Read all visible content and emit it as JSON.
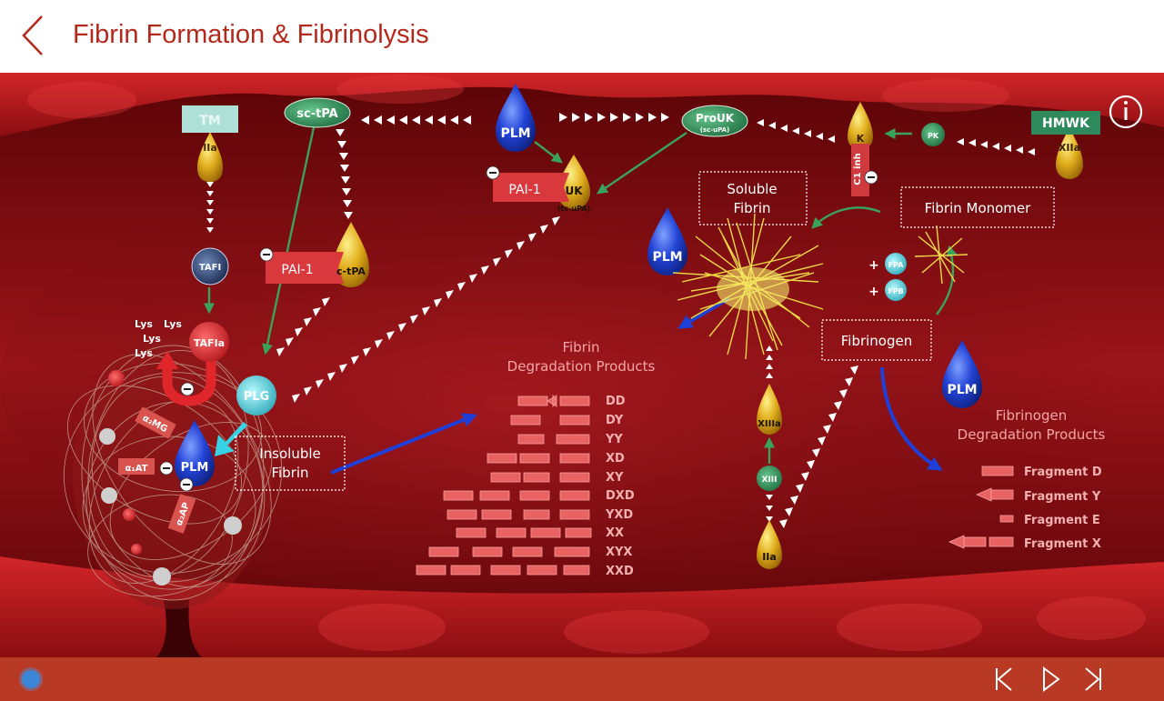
{
  "header": {
    "title": "Fibrin Formation & Fibrinolysis"
  },
  "colors": {
    "accent": "#b5281c",
    "vessel": "#8e0f12",
    "footer": "#b83a24",
    "plasmin": "#2a4fd6",
    "gold": "#d6a417",
    "pathway": "#2f8a4a",
    "teal": "#4fb7c2"
  },
  "labels": {
    "tm": "TM",
    "iia_top": "IIa",
    "sc_tpa": "sc-tPA",
    "plm_top": "PLM",
    "prouk": "ProUK",
    "prouk_sub": "(sc-uPA)",
    "k": "K",
    "pk": "PK",
    "hmwk": "HMWK",
    "xiia": "XIIa",
    "c1inh": "C1 inh",
    "pai1_top": "PAI-1",
    "uk": "UK",
    "uk_sub": "(tc-uPA)",
    "tafi": "TAFI",
    "pai1_left": "PAI-1",
    "ctpa": "c-tPA",
    "lys1": "Lys",
    "lys2": "Lys",
    "lys3": "Lys",
    "lys4": "Lys",
    "tafia": "TAFIa",
    "plg": "PLG",
    "a2mg": "α₂MG",
    "a2at": "α₁AT",
    "a2ap": "α₂AP",
    "plm_clot": "PLM",
    "insoluble_1": "Insoluble",
    "insoluble_2": "Fibrin",
    "fdp_1": "Fibrin",
    "fdp_2": "Degradation Products",
    "soluble_1": "Soluble",
    "soluble_2": "Fibrin",
    "plm_mid": "PLM",
    "monomer": "Fibrin Monomer",
    "fpa": "FPA",
    "fpb": "FPB",
    "plus1": "+",
    "plus2": "+",
    "fibrinogen": "Fibrinogen",
    "xiiia": "XIIIa",
    "xiii": "XIII",
    "iia_bottom": "IIa",
    "plm_right": "PLM",
    "fgdp_1": "Fibrinogen",
    "fgdp_2": "Degradation Products"
  },
  "fdp_products": [
    "DD",
    "DY",
    "YY",
    "XD",
    "XY",
    "DXD",
    "YXD",
    "XX",
    "XYX",
    "XXD"
  ],
  "fibrinogen_fragments": [
    "Fragment D",
    "Fragment Y",
    "Fragment E",
    "Fragment X"
  ],
  "icons": {
    "back": "chevron-left-icon",
    "info": "info-icon",
    "first": "skip-back-icon",
    "next": "play-next-icon",
    "last": "skip-forward-icon"
  }
}
